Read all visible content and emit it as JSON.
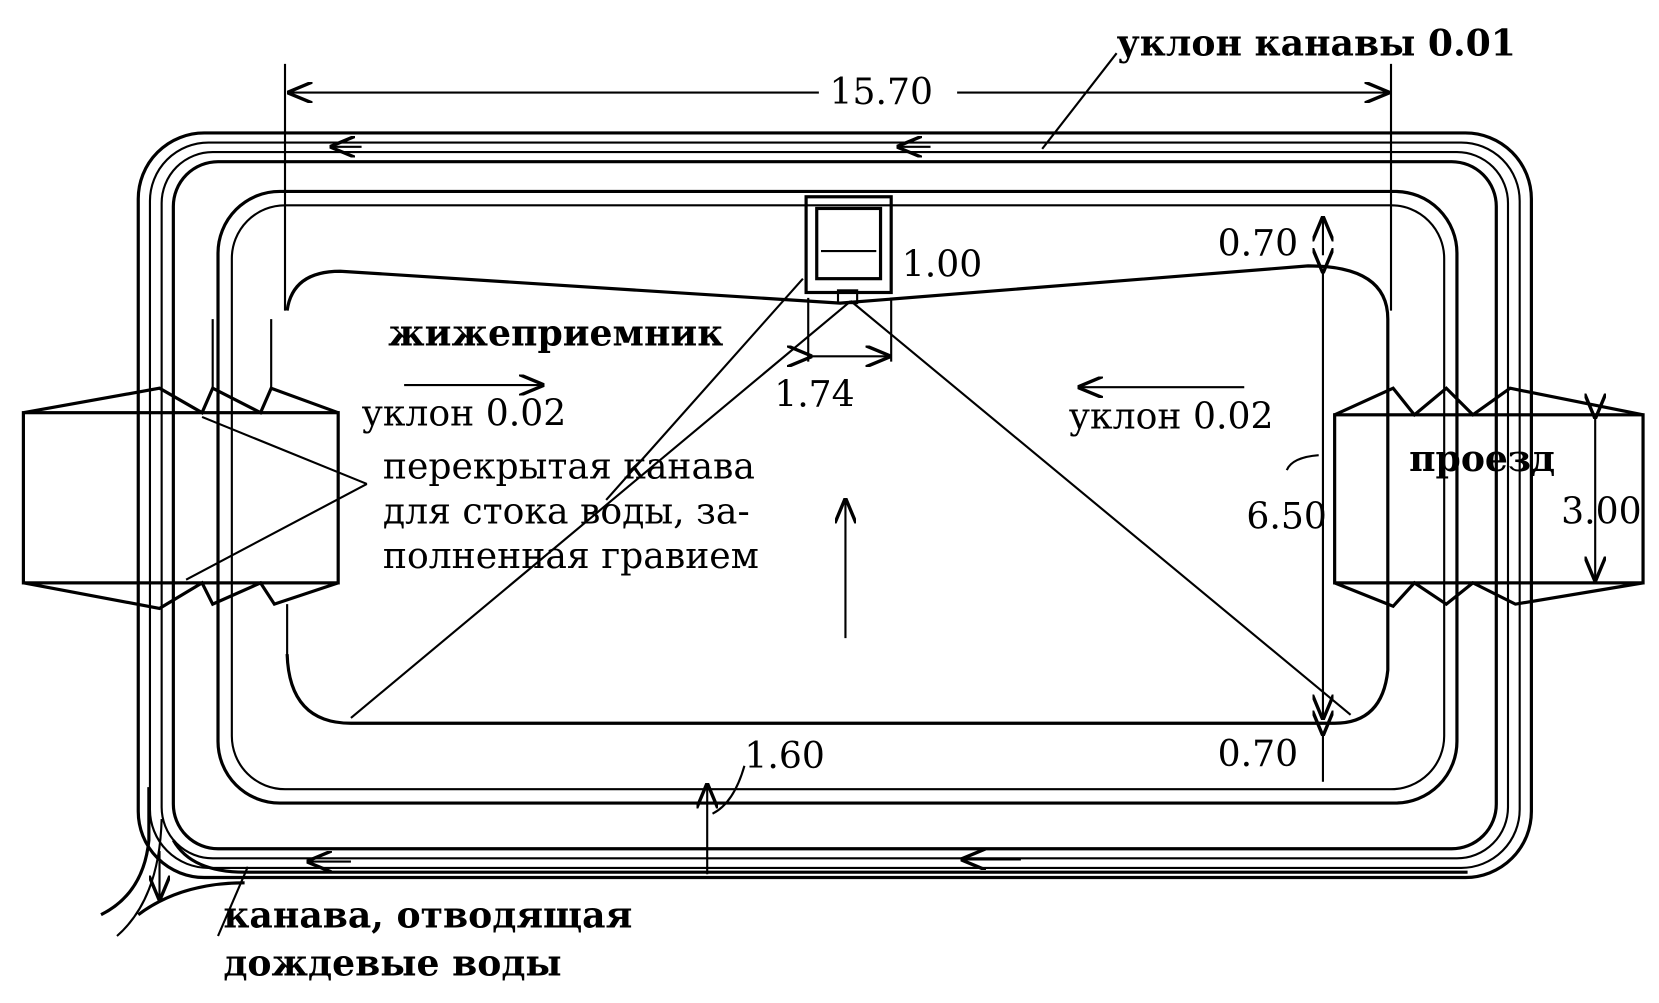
{
  "labels": {
    "ditch_slope": "уклон канавы 0.01",
    "overall_length": "15.70",
    "collector_width": "1.00",
    "top_margin": "0.70",
    "collector": "жижеприемник",
    "collector_base": "1.74",
    "slope_left": "уклон 0.02",
    "slope_right": "уклон 0.02",
    "covered_ditch_1": "перекрытая канава",
    "covered_ditch_2": "для стока воды, за-",
    "covered_ditch_3": "полненная гравием",
    "passage": "проезд",
    "passage_width": "3.00",
    "platform_width": "6.50",
    "bottom_gap": "1.60",
    "bottom_margin": "0.70",
    "drain_ditch_1": "канава, отводящая",
    "drain_ditch_2": "дождевые воды"
  }
}
